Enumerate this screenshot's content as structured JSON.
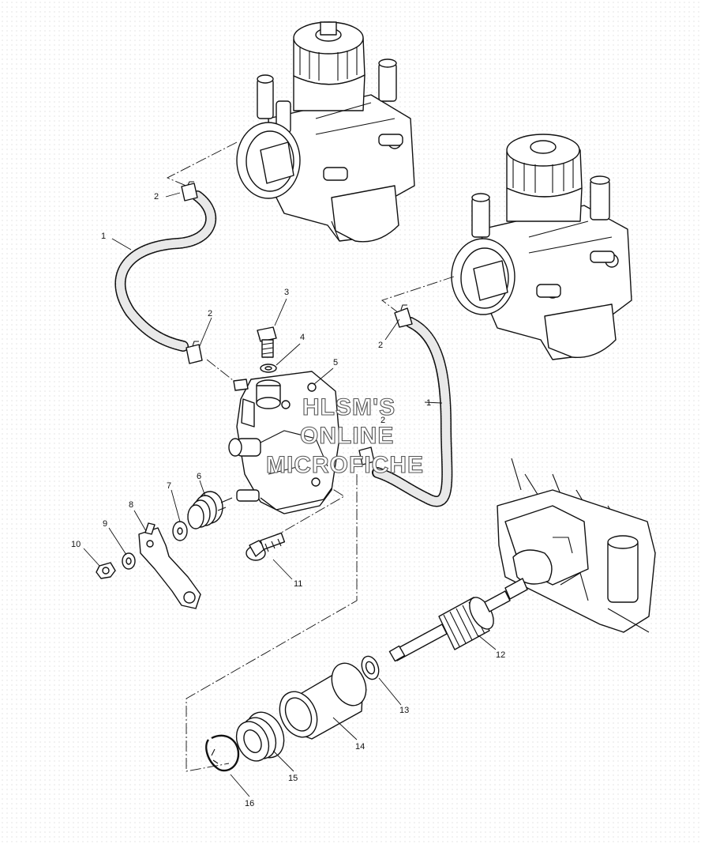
{
  "watermark": {
    "line1": "HLSM'S",
    "line2": "ONLINE",
    "line3": "MICROFICHE"
  },
  "callouts": {
    "c1_left": "1",
    "c1_right": "1",
    "c2_top": "2",
    "c2_mid": "2",
    "c2_right": "2",
    "c2_body": "2",
    "c3": "3",
    "c4": "4",
    "c5": "5",
    "c6": "6",
    "c7": "7",
    "c8": "8",
    "c9": "9",
    "c10": "10",
    "c11": "11",
    "c12": "12",
    "c13": "13",
    "c14": "14",
    "c15": "15",
    "c16": "16"
  }
}
